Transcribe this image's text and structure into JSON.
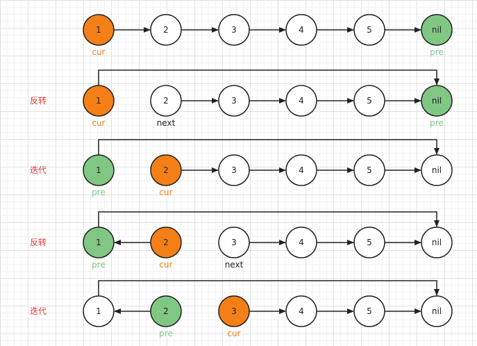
{
  "colors": {
    "orange": "#f57f17",
    "green": "#81c784",
    "white": "#ffffff",
    "orange_text": "#f57f17",
    "green_text": "#81c784",
    "black_text": "#222222",
    "red_text": "#e53935"
  },
  "rows": [
    {
      "label": "",
      "nodes": [
        {
          "text": "1",
          "fill": "orange"
        },
        {
          "text": "2",
          "fill": "white"
        },
        {
          "text": "3",
          "fill": "white"
        },
        {
          "text": "4",
          "fill": "white"
        },
        {
          "text": "5",
          "fill": "white"
        },
        {
          "text": "nil",
          "fill": "green"
        }
      ],
      "tags": [
        {
          "node": 0,
          "text": "cur",
          "color": "orange_text"
        },
        {
          "node": 5,
          "text": "pre",
          "color": "green_text"
        }
      ],
      "arrows": [
        {
          "from": 0,
          "to": 1
        },
        {
          "from": 1,
          "to": 2
        },
        {
          "from": 2,
          "to": 3
        },
        {
          "from": 3,
          "to": 4
        },
        {
          "from": 4,
          "to": 5
        }
      ],
      "loop": null
    },
    {
      "label": "反转",
      "nodes": [
        {
          "text": "1",
          "fill": "orange"
        },
        {
          "text": "2",
          "fill": "white"
        },
        {
          "text": "3",
          "fill": "white"
        },
        {
          "text": "4",
          "fill": "white"
        },
        {
          "text": "5",
          "fill": "white"
        },
        {
          "text": "nil",
          "fill": "green"
        }
      ],
      "tags": [
        {
          "node": 0,
          "text": "cur",
          "color": "orange_text"
        },
        {
          "node": 1,
          "text": "next",
          "color": "black_text"
        },
        {
          "node": 5,
          "text": "pre",
          "color": "green_text"
        }
      ],
      "arrows": [
        {
          "from": 1,
          "to": 2
        },
        {
          "from": 2,
          "to": 3
        },
        {
          "from": 3,
          "to": 4
        },
        {
          "from": 4,
          "to": 5
        }
      ],
      "loop": {
        "from": 0,
        "to": 5
      }
    },
    {
      "label": "迭代",
      "nodes": [
        {
          "text": "1",
          "fill": "green"
        },
        {
          "text": "2",
          "fill": "orange"
        },
        {
          "text": "3",
          "fill": "white"
        },
        {
          "text": "4",
          "fill": "white"
        },
        {
          "text": "5",
          "fill": "white"
        },
        {
          "text": "nil",
          "fill": "white"
        }
      ],
      "tags": [
        {
          "node": 0,
          "text": "pre",
          "color": "green_text"
        },
        {
          "node": 1,
          "text": "cur",
          "color": "orange_text"
        }
      ],
      "arrows": [
        {
          "from": 1,
          "to": 2
        },
        {
          "from": 2,
          "to": 3
        },
        {
          "from": 3,
          "to": 4
        },
        {
          "from": 4,
          "to": 5
        }
      ],
      "loop": {
        "from": 0,
        "to": 5
      }
    },
    {
      "label": "反转",
      "nodes": [
        {
          "text": "1",
          "fill": "green"
        },
        {
          "text": "2",
          "fill": "orange"
        },
        {
          "text": "3",
          "fill": "white"
        },
        {
          "text": "4",
          "fill": "white"
        },
        {
          "text": "5",
          "fill": "white"
        },
        {
          "text": "nil",
          "fill": "white"
        }
      ],
      "tags": [
        {
          "node": 0,
          "text": "pre",
          "color": "green_text"
        },
        {
          "node": 1,
          "text": "cur",
          "color": "orange_text"
        },
        {
          "node": 2,
          "text": "next",
          "color": "black_text"
        }
      ],
      "arrows": [
        {
          "from": 1,
          "to": 0
        },
        {
          "from": 2,
          "to": 3
        },
        {
          "from": 3,
          "to": 4
        },
        {
          "from": 4,
          "to": 5
        }
      ],
      "loop": {
        "from": 0,
        "to": 5
      }
    },
    {
      "label": "迭代",
      "nodes": [
        {
          "text": "1",
          "fill": "white"
        },
        {
          "text": "2",
          "fill": "green"
        },
        {
          "text": "3",
          "fill": "orange"
        },
        {
          "text": "4",
          "fill": "white"
        },
        {
          "text": "5",
          "fill": "white"
        },
        {
          "text": "nil",
          "fill": "white"
        }
      ],
      "tags": [
        {
          "node": 1,
          "text": "pre",
          "color": "green_text"
        },
        {
          "node": 2,
          "text": "cur",
          "color": "orange_text"
        }
      ],
      "arrows": [
        {
          "from": 1,
          "to": 0
        },
        {
          "from": 2,
          "to": 3
        },
        {
          "from": 3,
          "to": 4
        },
        {
          "from": 4,
          "to": 5
        }
      ],
      "loop": {
        "from": 0,
        "to": 5
      }
    }
  ]
}
